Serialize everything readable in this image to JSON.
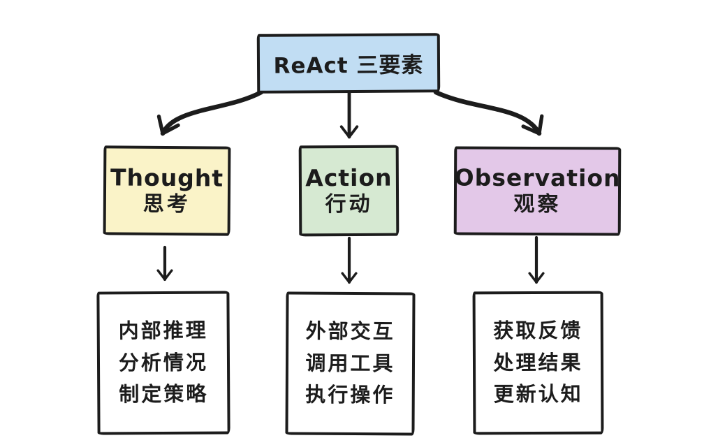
{
  "diagram": {
    "background": "#ffffff",
    "stroke_color": "#1c1c1c",
    "root": {
      "label": "ReAct 三要素",
      "fill": "#c1ddf3"
    },
    "nodes": [
      {
        "en": "Thought",
        "zh": "思考",
        "fill": "#faf3c8",
        "details": [
          "内部推理",
          "分析情况",
          "制定策略"
        ]
      },
      {
        "en": "Action",
        "zh": "行动",
        "fill": "#d6e9d2",
        "details": [
          "外部交互",
          "调用工具",
          "执行操作"
        ]
      },
      {
        "en": "Observation",
        "zh": "观察",
        "fill": "#e3c8e8",
        "details": [
          "获取反馈",
          "处理结果",
          "更新认知"
        ]
      }
    ]
  }
}
